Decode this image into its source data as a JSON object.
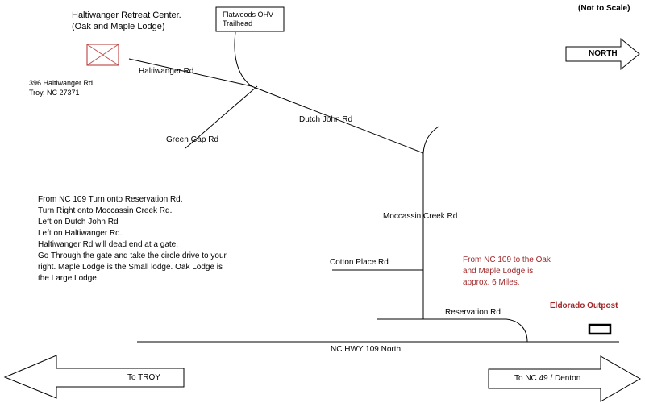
{
  "note": "(Not to Scale)",
  "colors": {
    "road": "#000000",
    "text": "#000000",
    "highlight": "#a0282a",
    "retreat_box": "#c0504d",
    "background": "#ffffff"
  },
  "places": {
    "retreat_center": "Haltiwanger Retreat Center. (Oak and Maple Lodge)",
    "address_line1": "396 Haltiwanger Rd",
    "address_line2": "Troy, NC 27371",
    "trailhead_line1": "Flatwoods OHV",
    "trailhead_line2": "Trailhead",
    "eldorado": "Eldorado Outpost"
  },
  "roads": {
    "haltiwanger": "Haltiwanger Rd",
    "green_gap": "Green Gap Rd",
    "dutch_john": "Dutch John Rd",
    "moccassin_creek": "Moccassin Creek Rd",
    "cotton_place": "Cotton Place Rd",
    "reservation": "Reservation Rd",
    "nc_hwy_109": "NC HWY 109 North"
  },
  "arrows": {
    "north": "NORTH",
    "troy": "To TROY",
    "nc49": "To NC 49 / Denton"
  },
  "directions_lines": [
    "From NC 109 Turn onto Reservation Rd.",
    "Turn Right onto Moccassin Creek Rd.",
    "Left on Dutch John Rd",
    "Left on Haltiwanger Rd.",
    "Haltiwanger Rd will dead end at a gate.",
    "Go Through the gate and take the circle drive to your right. Maple Lodge is the Small lodge. Oak Lodge is the Large Lodge."
  ],
  "distance_note": "From NC 109 to the Oak and Maple Lodge is approx. 6 Miles."
}
